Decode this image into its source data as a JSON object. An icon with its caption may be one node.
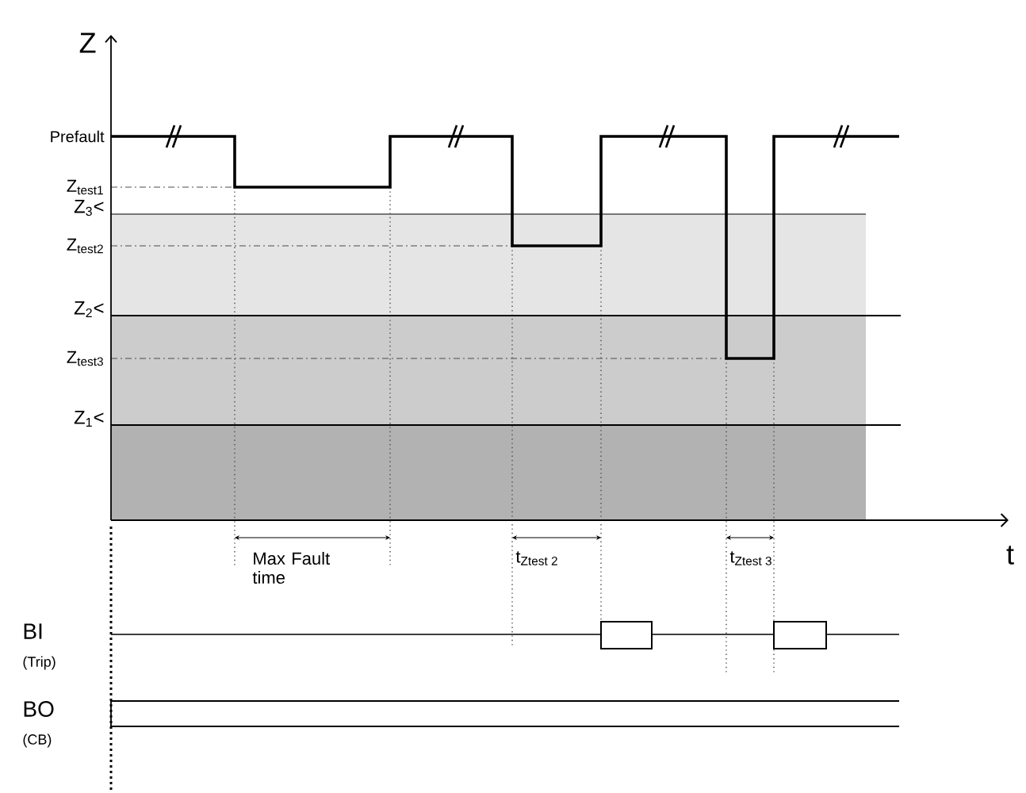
{
  "diagram": {
    "labels": [
      "Z",
      "Prefault",
      "Z$_{test1}$",
      "Z$_{3}$<",
      "Z$_{test2}$",
      "Z$_{2}$<",
      "Z$_{test3}$",
      "Z$_{1}$<",
      "t",
      "Max Fault time",
      "t$_{Ztest 2}$",
      "t$_{Ztest 3}$",
      "BI",
      "(Trip)",
      "BO",
      "(CB)"
    ]
  }
}
